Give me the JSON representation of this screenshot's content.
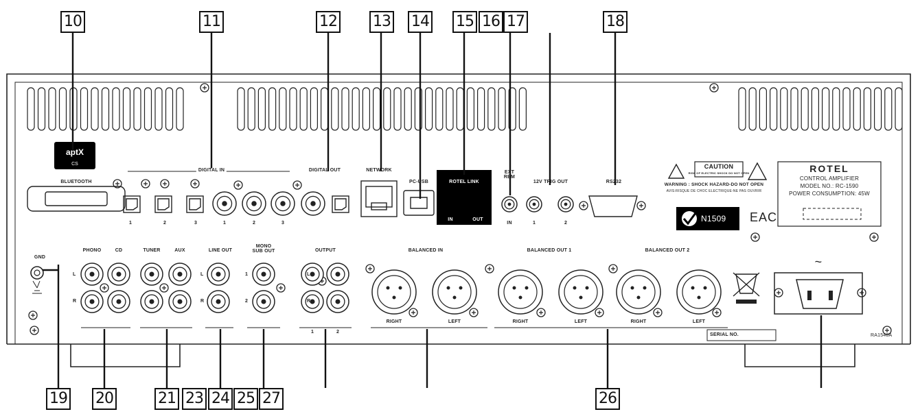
{
  "callouts": [
    "10",
    "11",
    "12",
    "13",
    "14",
    "15",
    "16",
    "17",
    "18",
    "19",
    "20",
    "21",
    "23",
    "24",
    "25",
    "27",
    "26"
  ],
  "section_labels": {
    "bluetooth": "BLUETOOTH",
    "digital_in": "DIGITAL IN",
    "digital_out": "DIGITAL OUT",
    "network": "NETWORK",
    "pc_usb": "PC-USB",
    "rotel_link": "ROTEL  LINK",
    "ext_rem": "EXT\nREM",
    "trig_out": "12V TRIG OUT",
    "rs232": "RS232",
    "gnd": "GND",
    "phono": "PHONO",
    "cd": "CD",
    "tuner": "TUNER",
    "aux": "AUX",
    "line_out": "LINE OUT",
    "mono_sub_out": "MONO\nSUB OUT",
    "output": "OUTPUT",
    "balanced_in": "BALANCED IN",
    "balanced_out_1": "BALANCED OUT 1",
    "balanced_out_2": "BALANCED OUT 2",
    "serial_no": "SERIAL NO.",
    "model_code": "RA1548A"
  },
  "port_numbers": {
    "digital_in_optical": [
      "1",
      "2",
      "3"
    ],
    "digital_in_coax": [
      "1",
      "2",
      "3"
    ],
    "trig": [
      "1",
      "2"
    ],
    "output": [
      "1",
      "2"
    ],
    "mono": [
      "1",
      "2"
    ],
    "link": [
      "IN",
      "OUT"
    ],
    "ext_rem": "IN",
    "channels_lr": [
      "L",
      "R"
    ],
    "balanced": [
      "RIGHT",
      "LEFT"
    ]
  },
  "caution": {
    "title": "CAUTION",
    "subtitle": "RISK OF ELECTRIC SHOCK DO NOT OPEN",
    "warning": "WARNING : SHOCK HAZARD-DO NOT OPEN",
    "warning_fr": "AVIS:RISQUE DE CHOC ELECTRIQUE-NE PAS OUVRIR"
  },
  "cert": {
    "n_number": "N1509",
    "eac": "EAC"
  },
  "aptx": {
    "brand": "aptX",
    "cs": "CS"
  },
  "plate": {
    "brand": "ROTEL",
    "line1": "CONTROL AMPLIFIER",
    "line2": "MODEL NO.: RC-1590",
    "line3": "POWER CONSUMPTION: 45W"
  },
  "ac_symbol": "~",
  "colors": {
    "line": "#222222",
    "body": "#ffffff",
    "panel_black": "#000000"
  }
}
